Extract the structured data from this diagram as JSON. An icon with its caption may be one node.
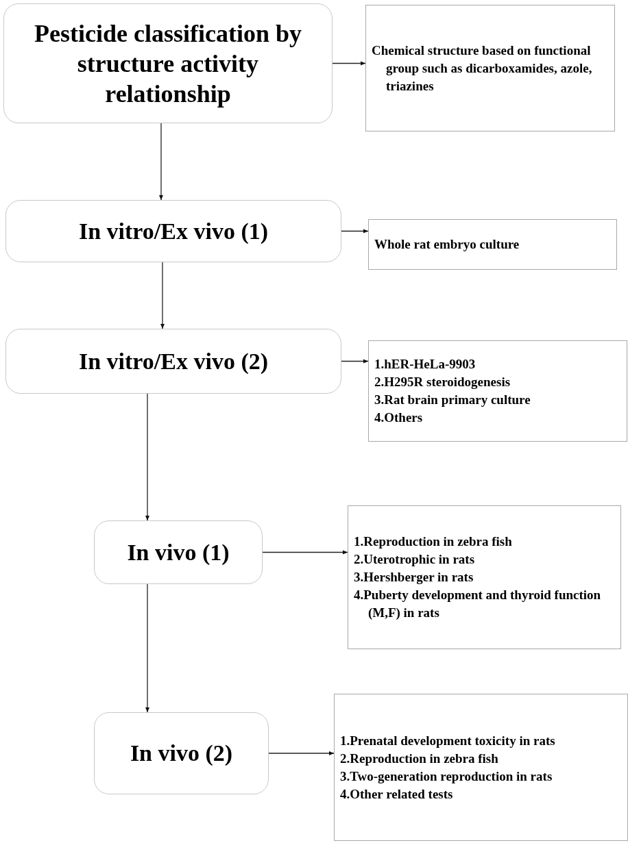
{
  "diagram": {
    "nodes": [
      {
        "text": [
          "Pesticide classification by structure activity relationship"
        ]
      },
      {
        "text": [
          "Chemical structure based on functional group such as dicarboxamides, azole, triazines"
        ]
      },
      {
        "text": [
          "In vitro/Ex vivo (1)"
        ]
      },
      {
        "text": [
          "Whole rat embryo culture"
        ]
      },
      {
        "text": [
          "In vitro/Ex vivo (2)"
        ]
      },
      {
        "text": [
          "1.hER-HeLa-9903",
          "2.H295R steroidogenesis",
          "3.Rat brain primary culture",
          "4.Others"
        ]
      },
      {
        "text": [
          "In vivo (1)"
        ]
      },
      {
        "text": [
          "1.Reproduction in zebra fish",
          "2.Uterotrophic in rats",
          "3.Hershberger in rats",
          "4.Puberty development and thyroid function (M,F) in rats"
        ]
      },
      {
        "text": [
          "In vivo (2)"
        ]
      },
      {
        "text": [
          "1.Prenatal development toxicity in rats",
          "2.Reproduction in zebra fish",
          "3.Two-generation reproduction in rats",
          "4.Other related tests"
        ]
      }
    ],
    "edges": [
      {
        "from": 0,
        "to": 1,
        "arrow": "to"
      },
      {
        "from": 0,
        "to": 2,
        "arrow": "to"
      },
      {
        "from": 2,
        "to": 3,
        "arrow": "to"
      },
      {
        "from": 2,
        "to": 4,
        "arrow": "to"
      },
      {
        "from": 4,
        "to": 5,
        "arrow": "to"
      },
      {
        "from": 4,
        "to": 6,
        "arrow": "to"
      },
      {
        "from": 6,
        "to": 7,
        "arrow": "to"
      },
      {
        "from": 6,
        "to": 8,
        "arrow": "to"
      },
      {
        "from": 8,
        "to": 9,
        "arrow": "to"
      }
    ]
  }
}
